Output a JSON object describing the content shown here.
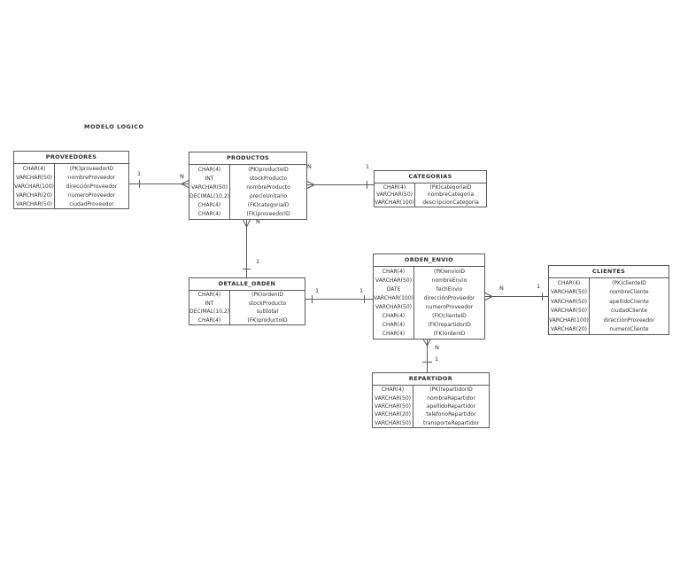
{
  "title": "MODELO LOGICO",
  "colors": {
    "background": "#ffffff",
    "line": "#5a5a5a",
    "text": "#333333"
  },
  "entities": [
    {
      "id": "proveedores",
      "name": "PROVEEDORES",
      "rows": [
        [
          "CHAR(4)",
          "(PK)proveedorID"
        ],
        [
          "VARCHAR(50)",
          "nombreProveedor"
        ],
        [
          "VARCHAR(100)",
          "direcciónProveedor"
        ],
        [
          "VARCHAR(20)",
          "numeroProveedor"
        ],
        [
          "VARCHAR(50)",
          "ciudadProveedor"
        ]
      ]
    },
    {
      "id": "productos",
      "name": "PRODUCTOS",
      "rows": [
        [
          "CHAR(4)",
          "(PK)productoID"
        ],
        [
          "INT",
          "stockProducto"
        ],
        [
          "VARCHAR(50)",
          "nombreProducto"
        ],
        [
          "DECIMAL(10,2)",
          "precioUnitario"
        ],
        [
          "CHAR(4)",
          "(FK)categoriaID"
        ],
        [
          "CHAR(4)",
          "(FK)proveedorID"
        ]
      ]
    },
    {
      "id": "categorias",
      "name": "CATEGORIAS",
      "rows": [
        [
          "CHAR(4)",
          "(PK)categoriaID"
        ],
        [
          "VARCHAR(50)",
          "nombreCategoria"
        ],
        [
          "VARCHAR(100)",
          "descripcionCategoria"
        ]
      ]
    },
    {
      "id": "detalle_orden",
      "name": "DETALLE_ORDEN",
      "rows": [
        [
          "CHAR(4)",
          "(PK)ordenID"
        ],
        [
          "INT",
          "stockProducto"
        ],
        [
          "DECIMAL(10,2)",
          "subtotal"
        ],
        [
          "CHAR(4)",
          "(FK)productoID"
        ]
      ]
    },
    {
      "id": "orden_envio",
      "name": "ORDEN_ENVIO",
      "rows": [
        [
          "CHAR(4)",
          "(PK)envioID"
        ],
        [
          "VARCHAR(50)",
          "nombreEnvio"
        ],
        [
          "DATE",
          "fechEnvio"
        ],
        [
          "VARCHAR(100)",
          "direcciónProveedor"
        ],
        [
          "VARCHAR(50)",
          "numeroProveedor"
        ],
        [
          "CHAR(4)",
          "(FK)clienteID"
        ],
        [
          "CHAR(4)",
          "(FK)repartidorID"
        ],
        [
          "CHAR(4)",
          "(FK)ordenID"
        ]
      ]
    },
    {
      "id": "clientes",
      "name": "CLIENTES",
      "rows": [
        [
          "CHAR(4)",
          "(PK)clienteID"
        ],
        [
          "VARCHAR(50)",
          "nombreCliente"
        ],
        [
          "VARCHAR(50)",
          "apellidoCliente"
        ],
        [
          "VARCHAR(50)",
          "ciudadCliente"
        ],
        [
          "VARCHAR(100)",
          "direcciónProveedor"
        ],
        [
          "VARCHAR(20)",
          "numeroCliente"
        ]
      ]
    },
    {
      "id": "repartidor",
      "name": "REPARTIDOR",
      "rows": [
        [
          "CHAR(4)",
          "(PK)repartidorID"
        ],
        [
          "VARCHAR(50)",
          "nombreRepartidor"
        ],
        [
          "VARCHAR(50)",
          "apellidoRepartidor"
        ],
        [
          "VARCHAR(20)",
          "telefonoRepartidor"
        ],
        [
          "VARCHAR(50)",
          "transporteRepartidor"
        ]
      ]
    }
  ],
  "connections": [
    {
      "from": "PROVEEDORES",
      "to": "PRODUCTOS",
      "from_card": "1",
      "to_card": "N"
    },
    {
      "from": "PRODUCTOS",
      "to": "CATEGORIAS",
      "from_card": "N",
      "to_card": "1"
    },
    {
      "from": "PRODUCTOS",
      "to": "DETALLE_ORDEN",
      "from_card": "N",
      "to_card": "1"
    },
    {
      "from": "DETALLE_ORDEN",
      "to": "ORDEN_ENVIO",
      "from_card": "1",
      "to_card": "1"
    },
    {
      "from": "ORDEN_ENVIO",
      "to": "CLIENTES",
      "from_card": "N",
      "to_card": "1"
    },
    {
      "from": "ORDEN_ENVIO",
      "to": "REPARTIDOR",
      "from_card": "N",
      "to_card": "1"
    }
  ]
}
